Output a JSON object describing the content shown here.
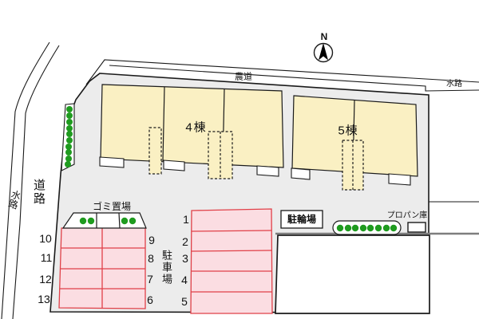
{
  "compass": {
    "north_label": "N"
  },
  "roads": {
    "farm_road_label": "農道",
    "waterway_top_label": "水路",
    "waterway_left_label": "水路",
    "road_left_label": "道路"
  },
  "buildings": [
    {
      "label": "4棟"
    },
    {
      "label": "5棟"
    }
  ],
  "facilities": {
    "garbage_label": "ゴミ置場",
    "bicycle_label": "駐輪場",
    "propane_label": "プロパン庫"
  },
  "parking": {
    "label": "駐車場",
    "left_block_outer_numbers": [
      "10",
      "11",
      "12",
      "13"
    ],
    "left_block_inner_numbers": [
      "9",
      "8",
      "7",
      "6"
    ],
    "right_block_numbers": [
      "1",
      "2",
      "3",
      "4",
      "5"
    ]
  },
  "colors": {
    "site_fill": "#ececec",
    "building_fill": "#faf0c3",
    "parking_fill": "#fbdde2",
    "parking_border": "#e04048",
    "greenery": "#1f9b1f",
    "line": "#1a1a1a",
    "gray_line": "#7e7e7e"
  }
}
